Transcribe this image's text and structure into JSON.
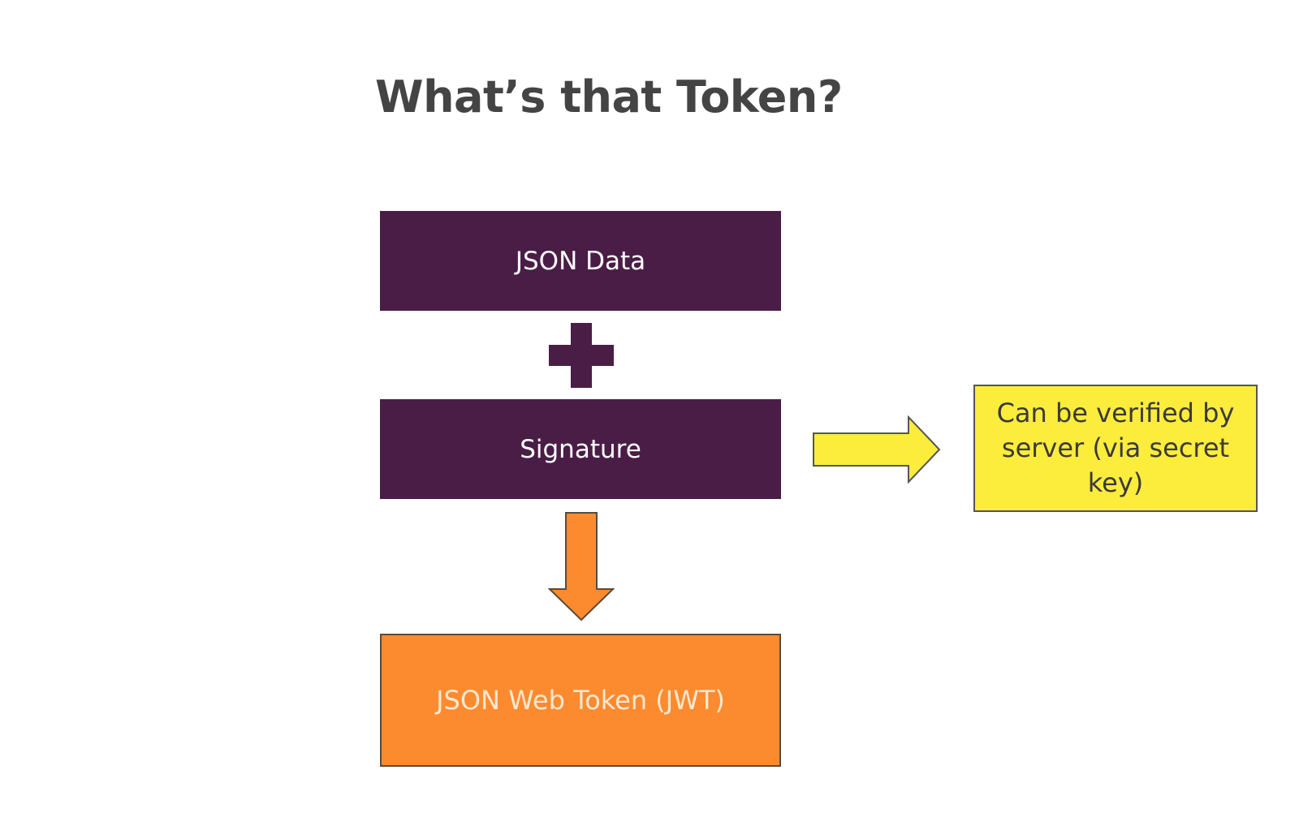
{
  "slide": {
    "title": "What’s that Token?"
  },
  "diagram": {
    "json_data_label": "JSON Data",
    "signature_label": "Signature",
    "jwt_label": "JSON Web Token (JWT)",
    "verify_label": "Can be verified by server (via secret key)"
  },
  "colors": {
    "purple": "#4a1d46",
    "orange": "#fc8b30",
    "yellow": "#fcec3c",
    "title_text": "#444444"
  },
  "icons": {
    "plus": "plus-icon",
    "down_arrow": "down-arrow-icon",
    "right_arrow": "right-arrow-icon"
  }
}
